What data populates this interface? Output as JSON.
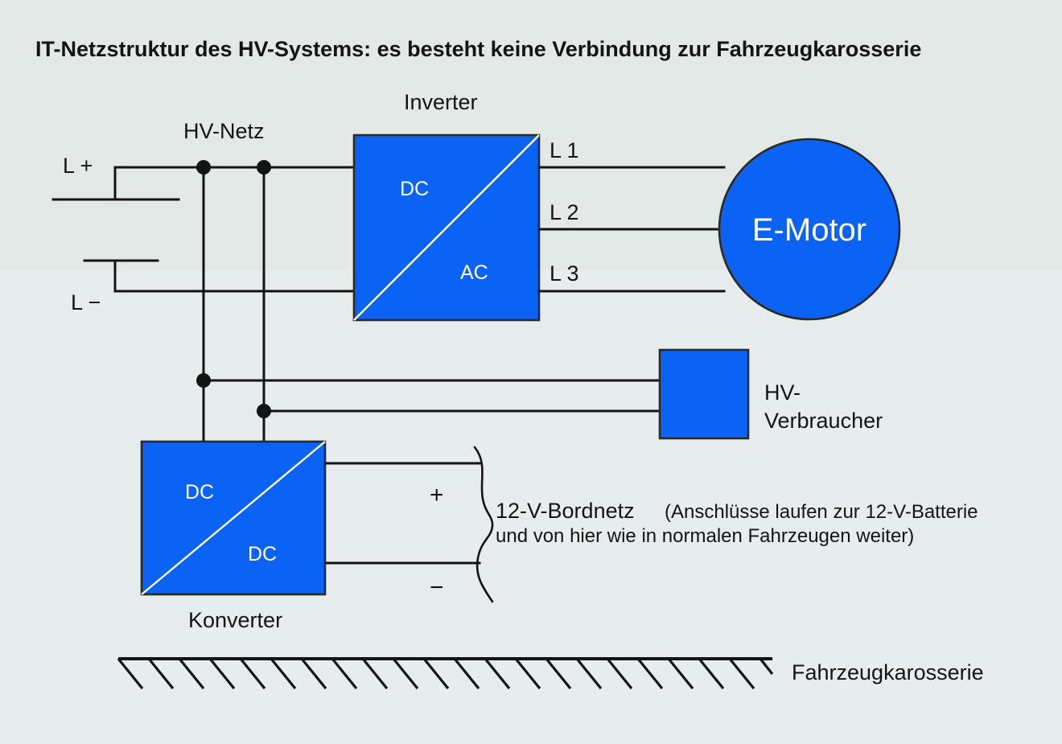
{
  "title": "IT-Netzstruktur des HV-Systems: es besteht keine Verbindung zur Fahrzeugkarosserie",
  "colors": {
    "background": "#e3e9e7",
    "panel": "#e7edec",
    "block_blue": "#0b63f6",
    "line": "#141414",
    "block_text": "#ffffff"
  },
  "labels": {
    "hv_netz": "HV-Netz",
    "inverter": "Inverter",
    "konverter": "Konverter",
    "hv_verbraucher_line1": "HV-",
    "hv_verbraucher_line2": "Verbraucher",
    "fahrzeugkarosserie": "Fahrzeugkarosserie"
  },
  "terminals": {
    "l_plus": "L +",
    "l_minus": "L −",
    "plus_sign": "+",
    "minus_sign": "−"
  },
  "inverter": {
    "name": "Inverter",
    "in_label": "DC",
    "out_label": "AC",
    "phases": [
      "L 1",
      "L 2",
      "L 3"
    ]
  },
  "konverter": {
    "name": "Konverter",
    "in_label": "DC",
    "out_label": "DC"
  },
  "motor": {
    "label": "E-Motor"
  },
  "bordnetz": {
    "name": "12-V-Bordnetz",
    "note_line1": "(Anschlüsse laufen zur 12-V-Batterie",
    "note_line2": "und von hier wie in normalen Fahrzeugen weiter)"
  }
}
